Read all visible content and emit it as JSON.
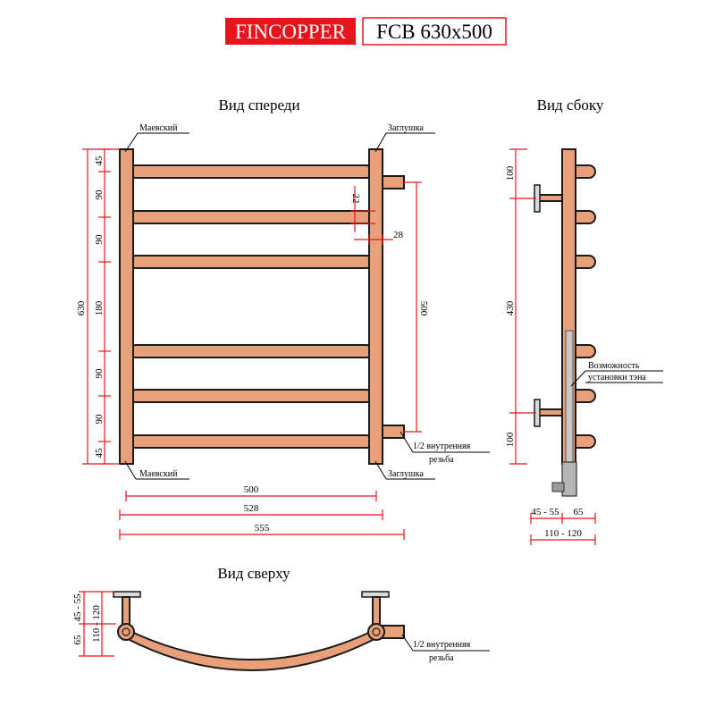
{
  "header": {
    "brand": "FINCOPPER",
    "model": "FCB 630x500"
  },
  "views": {
    "front": "Вид спереди",
    "side": "Вид сбоку",
    "top": "Вид сверху"
  },
  "labels": {
    "maevsky_top": "Маевский",
    "maevsky_bottom": "Маевский",
    "plug_top": "Заглушка",
    "plug_bottom": "Заглушка",
    "thread_front_1": "1/2 внутренняя",
    "thread_front_2": "резьба",
    "thread_top_1": "1/2 внутренняя",
    "thread_top_2": "резьба",
    "heater_1": "Возможность",
    "heater_2": "установки тэна"
  },
  "dims": {
    "front_left": [
      "45",
      "90",
      "90",
      "180",
      "90",
      "90",
      "45"
    ],
    "front_total": "630",
    "front_500_v": "500",
    "d22": "22",
    "d28": "28",
    "w500": "500",
    "w528": "528",
    "w555": "555",
    "side_100_top": "100",
    "side_430": "430",
    "side_100_bottom": "100",
    "side_45_55": "45 - 55",
    "side_65": "65",
    "side_110_120": "110 - 120",
    "top_45_55": "45 - 55",
    "top_65": "65",
    "top_110_120": "110 - 120"
  },
  "colors": {
    "copper": "#e8a07a",
    "dimension": "#e8141b",
    "brand_bg": "#e8141b"
  }
}
